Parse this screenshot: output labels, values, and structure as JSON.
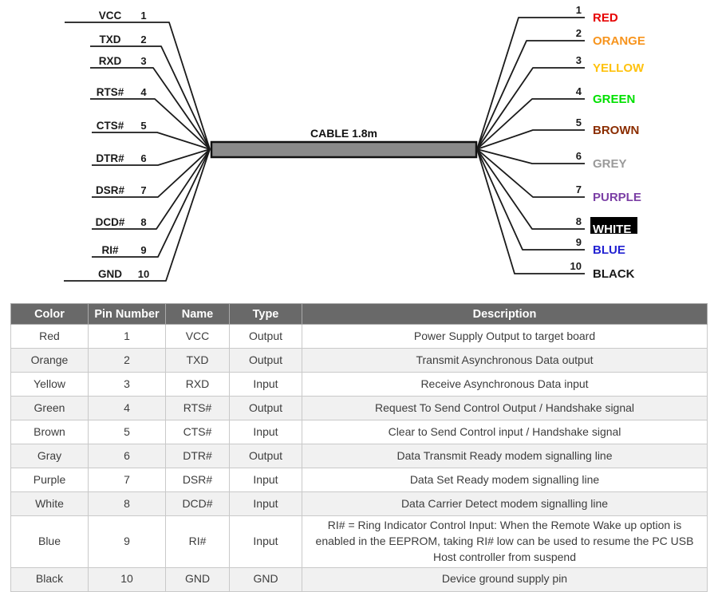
{
  "diagram": {
    "cable_label": "CABLE 1.8m",
    "left_pins": [
      {
        "label": "VCC",
        "number": "1"
      },
      {
        "label": "TXD",
        "number": "2"
      },
      {
        "label": "RXD",
        "number": "3"
      },
      {
        "label": "RTS#",
        "number": "4"
      },
      {
        "label": "CTS#",
        "number": "5"
      },
      {
        "label": "DTR#",
        "number": "6"
      },
      {
        "label": "DSR#",
        "number": "7"
      },
      {
        "label": "DCD#",
        "number": "8"
      },
      {
        "label": "RI#",
        "number": "9"
      },
      {
        "label": "GND",
        "number": "10"
      }
    ],
    "right_pins": [
      {
        "number": "1",
        "label": "RED",
        "color": "#e60000"
      },
      {
        "number": "2",
        "label": "ORANGE",
        "color": "#f7941d"
      },
      {
        "number": "3",
        "label": "YELLOW",
        "color": "#ffc20e"
      },
      {
        "number": "4",
        "label": "GREEN",
        "color": "#00e000"
      },
      {
        "number": "5",
        "label": "BROWN",
        "color": "#8b2d00"
      },
      {
        "number": "6",
        "label": "GREY",
        "color": "#9a9a9a"
      },
      {
        "number": "7",
        "label": "PURPLE",
        "color": "#7b3fa5"
      },
      {
        "number": "8",
        "label": "WHITE",
        "color": "#ffffff",
        "background": "#000000"
      },
      {
        "number": "9",
        "label": "BLUE",
        "color": "#2222d2"
      },
      {
        "number": "10",
        "label": "BLACK",
        "color": "#1a1a1a"
      }
    ]
  },
  "table": {
    "columns": [
      "Color",
      "Pin Number",
      "Name",
      "Type",
      "Description"
    ],
    "rows": [
      {
        "color": "Red",
        "pin": "1",
        "name": "VCC",
        "type": "Output",
        "description": "Power Supply Output to target board"
      },
      {
        "color": "Orange",
        "pin": "2",
        "name": "TXD",
        "type": "Output",
        "description": "Transmit Asynchronous Data output"
      },
      {
        "color": "Yellow",
        "pin": "3",
        "name": "RXD",
        "type": "Input",
        "description": "Receive Asynchronous Data input"
      },
      {
        "color": "Green",
        "pin": "4",
        "name": "RTS#",
        "type": "Output",
        "description": "Request To Send Control Output / Handshake signal"
      },
      {
        "color": "Brown",
        "pin": "5",
        "name": "CTS#",
        "type": "Input",
        "description": "Clear to Send Control input / Handshake signal"
      },
      {
        "color": "Gray",
        "pin": "6",
        "name": "DTR#",
        "type": "Output",
        "description": "Data Transmit Ready modem signalling line"
      },
      {
        "color": "Purple",
        "pin": "7",
        "name": "DSR#",
        "type": "Input",
        "description": "Data Set Ready modem signalling line"
      },
      {
        "color": "White",
        "pin": "8",
        "name": "DCD#",
        "type": "Input",
        "description": "Data Carrier Detect modem signalling line"
      },
      {
        "color": "Blue",
        "pin": "9",
        "name": "RI#",
        "type": "Input",
        "description": "RI# = Ring Indicator Control Input: When the Remote Wake up option is enabled in the EEPROM, taking RI# low can be used to resume the PC USB Host controller from suspend"
      },
      {
        "color": "Black",
        "pin": "10",
        "name": "GND",
        "type": "GND",
        "description": "Device ground supply pin"
      }
    ]
  },
  "colors": {
    "header_bg": "#696969",
    "header_text": "#ffffff",
    "row_alt_bg": "#f1f1f1",
    "cell_border": "#c9c9c9",
    "wire": "#1a1a1a",
    "cable_fill": "#8a8a8a",
    "cable_border": "#111111"
  }
}
